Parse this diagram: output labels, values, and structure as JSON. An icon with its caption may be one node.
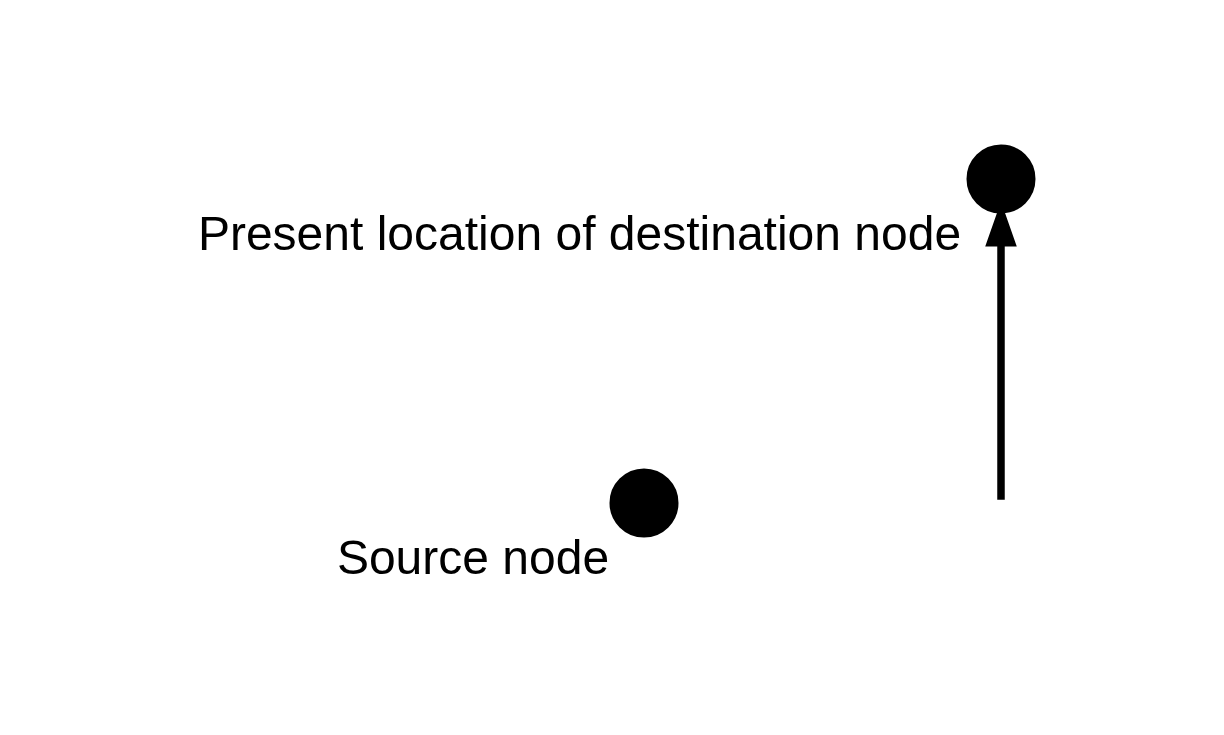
{
  "diagram": {
    "nodes": [
      {
        "text": [],
        "shape": "circle",
        "beside": [
          "Source node"
        ]
      },
      {
        "text": [],
        "shape": "circle",
        "beside": [
          "Present location of destination node"
        ]
      }
    ],
    "edges": [
      {
        "from": null,
        "to": 1,
        "arrow": "to"
      }
    ]
  }
}
